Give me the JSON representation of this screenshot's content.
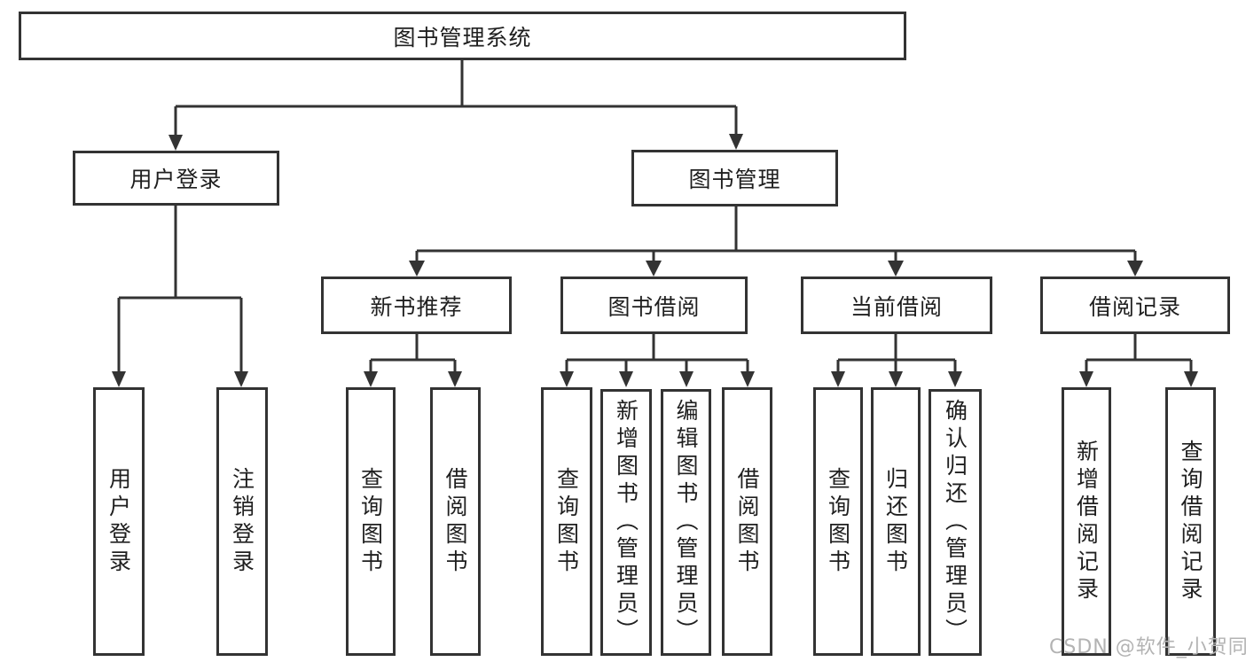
{
  "diagram": {
    "root": {
      "label": "图书管理系统"
    },
    "level2": [
      {
        "label": "用户登录",
        "children": [
          {
            "label": "用户登录"
          },
          {
            "label": "注销登录"
          }
        ]
      },
      {
        "label": "图书管理",
        "children": [
          {
            "label": "新书推荐",
            "children": [
              {
                "label": "查询图书"
              },
              {
                "label": "借阅图书"
              }
            ]
          },
          {
            "label": "图书借阅",
            "children": [
              {
                "label": "查询图书"
              },
              {
                "label": "新增图书（管理员）"
              },
              {
                "label": "编辑图书（管理员）"
              },
              {
                "label": "借阅图书"
              }
            ]
          },
          {
            "label": "当前借阅",
            "children": [
              {
                "label": "查询图书"
              },
              {
                "label": "归还图书"
              },
              {
                "label": "确认归还（管理员）"
              }
            ]
          },
          {
            "label": "借阅记录",
            "children": [
              {
                "label": "新增借阅记录"
              },
              {
                "label": "查询借阅记录"
              }
            ]
          }
        ]
      }
    ]
  },
  "watermark": {
    "text": "CSDN @软件_小贺同学"
  },
  "colors": {
    "line": "#333333",
    "background": "#ffffff",
    "text": "#1f1f1f",
    "watermark": "#b3b3b3"
  }
}
